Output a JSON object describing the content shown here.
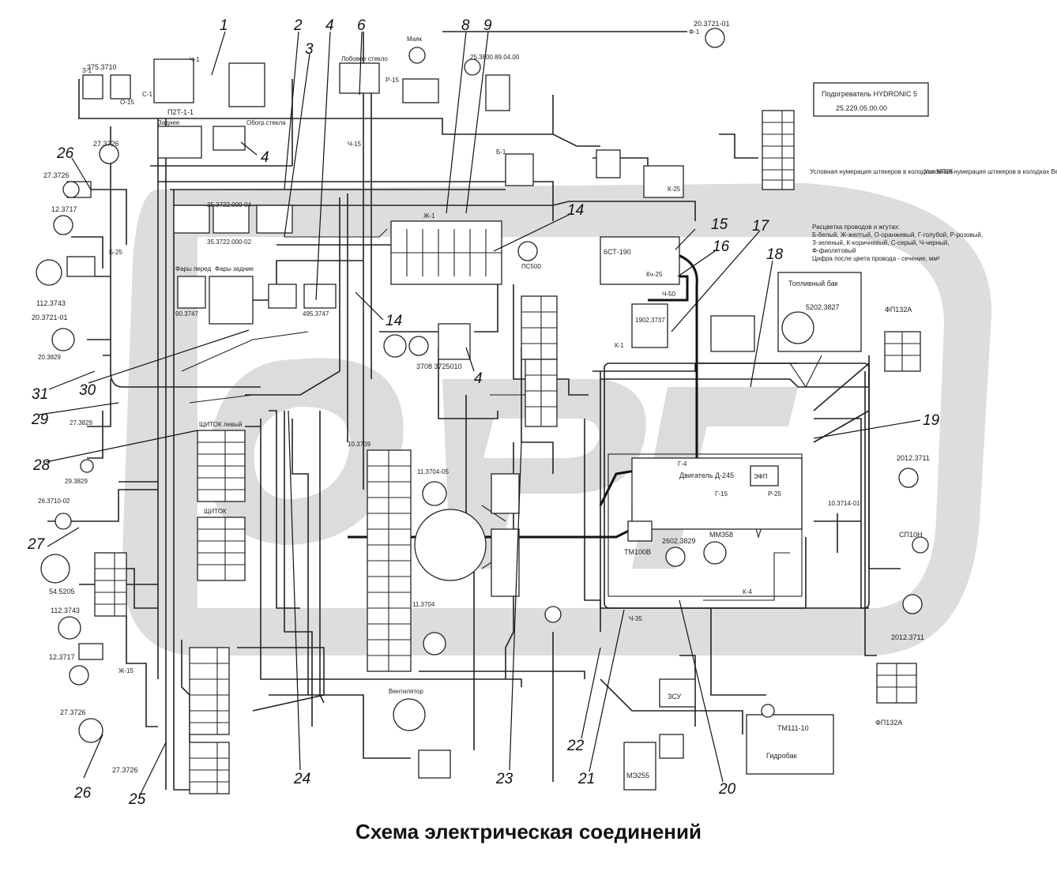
{
  "title": "Схема электрическая соединений",
  "colors": {
    "wire": "#222222",
    "watermark": "#d9d9d9",
    "background": "#ffffff"
  },
  "callouts": [
    "1",
    "2",
    "3",
    "4",
    "6",
    "8",
    "9",
    "14",
    "15",
    "16",
    "17",
    "18",
    "19",
    "20",
    "21",
    "22",
    "23",
    "24",
    "25",
    "26",
    "27",
    "28",
    "29",
    "30",
    "31"
  ],
  "components": {
    "c1": "20.3721-01",
    "c2": "375.3710",
    "c3": "П2Т-1-1",
    "c4": "Лобовое стекло",
    "c5": "Маяк",
    "c6": "25.3800.89.04.00",
    "c7": "Подогреватель HYDRONIC 5",
    "c8": "25.229.05.00.00",
    "c9": "27.3726",
    "c10": "27.3726",
    "c11": "12.3717",
    "c12": "112.3743",
    "c13": "Фары перед",
    "c14": "Фары задние",
    "c15": "Обогр.стекла",
    "c16": "Заднее",
    "c17": "6СТ-190",
    "c18": "1902.3737",
    "c19": "Топливный бак",
    "c20": "5202.3827",
    "c21": "ФП132А",
    "c22": "ФП132А",
    "c23": "Двигатель Д-245",
    "c24": "ЭФП",
    "c25": "ТМ100В",
    "c26": "2602.3829",
    "c27": "ММ358",
    "c28": "ТМ111-10",
    "c29": "Гидробак",
    "c30": "ЗСУ",
    "c31": "МЭ255",
    "c32": "Вентилятор",
    "c33": "20.3721-01",
    "c34": "20.3829",
    "c35": "27.3829",
    "c36": "29.3829",
    "c37": "26.3710-02",
    "c38": "54.5205",
    "c39": "112.3743",
    "c40": "12.3717",
    "c41": "27.3726",
    "c42": "27.3726",
    "c43": "3708 3725010",
    "c44": "ПС500",
    "c45": "2012.3711",
    "c46": "2012.3711",
    "c47": "СП10Н",
    "c48": "10.3714-01",
    "c49": "11.3704-05",
    "c50": "11.3704",
    "c51": "10.3709",
    "c52": "35.3722.000-04",
    "c53": "35.3722.000-02",
    "c54": "90.3747",
    "c55": "495.3747",
    "c56": "ЩИТОК левый",
    "c57": "ЩИТОК"
  },
  "notes": {
    "code_heading": "Расцветка проводов и жгутах:",
    "code_line1": "Б-белый, Ж-желтый, О-оранжевый, Г-голубой, Р-розовый,",
    "code_line2": "З-зеленый, К-коричневый, С-серый, Ч-черный,",
    "code_line3": "Ф-фиолетовый",
    "code_line4": "Цифра после цвета провода - сечение, мм²",
    "conn_note1": "Условная нумерация штекеров в колодках МП25",
    "conn_note2": "Условная нумерация штекеров в колодках Вентиляции"
  },
  "wire_labels": [
    "Ч-1",
    "Ф-1",
    "Р-15",
    "Б-1",
    "Ч-15",
    "К-25",
    "Кч-25",
    "Ч-50",
    "Ж-1",
    "С-1",
    "З-1",
    "О-15",
    "Б-25",
    "Ж-15",
    "Ч-35",
    "Г-4",
    "К-4",
    "Г-15",
    "Р-25",
    "К-1"
  ]
}
